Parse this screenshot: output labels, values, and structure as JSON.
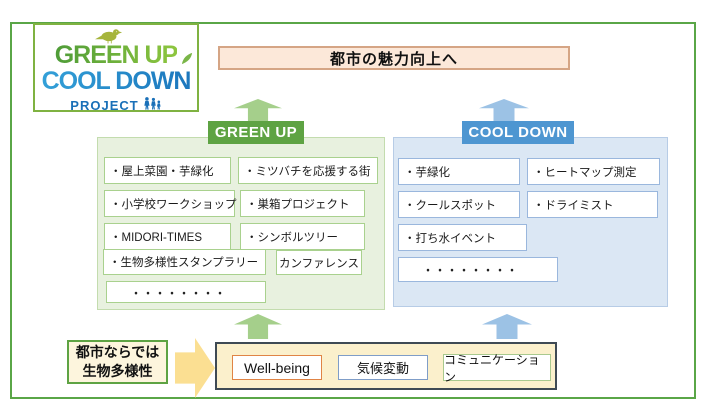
{
  "logo": {
    "title_line1": "GREEN UP",
    "title_line2": "COOL DOWN",
    "subtitle": "PROJECT",
    "bird_icon": "bird",
    "leaf_icon": "leaf-sprig",
    "people_icon": "people-family"
  },
  "goal": {
    "label": "都市の魅力向上へ"
  },
  "green_up": {
    "header": "GREEN UP",
    "items": [
      "・屋上菜園・芋緑化",
      "・ミツバチを応援する街",
      "・小学校ワークショップ",
      "・巣箱プロジェクト",
      "・MIDORI-TIMES",
      "・シンボルツリー",
      "・生物多様性スタンプラリー",
      "カンファレンス",
      "・・・・・・・・"
    ]
  },
  "cool_down": {
    "header": "COOL DOWN",
    "items": [
      "・芋緑化",
      "・ヒートマップ測定",
      "・クールスポット",
      "・ドライミスト",
      "・打ち水イベント",
      "・・・・・・・・"
    ]
  },
  "foundation": {
    "items": [
      "Well-being",
      "気候変動",
      "コミュニケーション"
    ]
  },
  "side_note": {
    "line1": "都市ならでは",
    "line2": "生物多様性"
  },
  "colors": {
    "frame_border": "#5aa647",
    "green_header": "#5ea343",
    "green_panel": "#e8f1df",
    "green_arrow": "#a5cf8b",
    "blue_header": "#4e96d1",
    "blue_panel": "#dbe7f4",
    "blue_arrow": "#9cc2e5",
    "goal_fill": "#fce8d9",
    "goal_border": "#d5a585",
    "foundation_fill": "#fbf0cc",
    "foundation_border": "#3f4a54",
    "wellbeing_border": "#e08445",
    "climate_border": "#7f9dc8",
    "communication_border": "#a9c98e",
    "yellow_arrow": "#fbdf92",
    "side_box_border": "#5ea343",
    "logo_green": "#4f9c38",
    "logo_blue": "#1c77bd"
  }
}
